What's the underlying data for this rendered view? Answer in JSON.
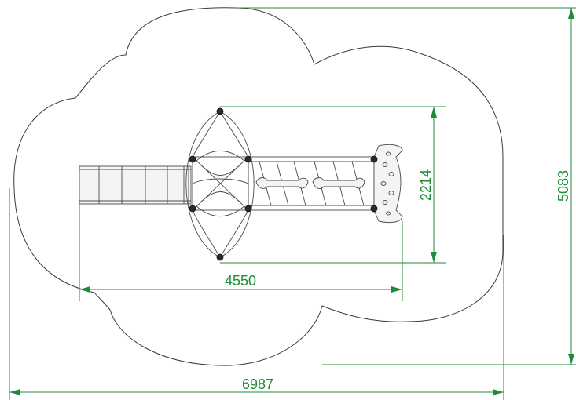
{
  "dimensions": {
    "overall_width": "6987",
    "overall_depth": "5083",
    "equipment_length": "4550",
    "equipment_width": "2214"
  },
  "colors": {
    "dimension": "#1f8a3a",
    "outline": "#3a3a3a",
    "background": "#ffffff"
  }
}
